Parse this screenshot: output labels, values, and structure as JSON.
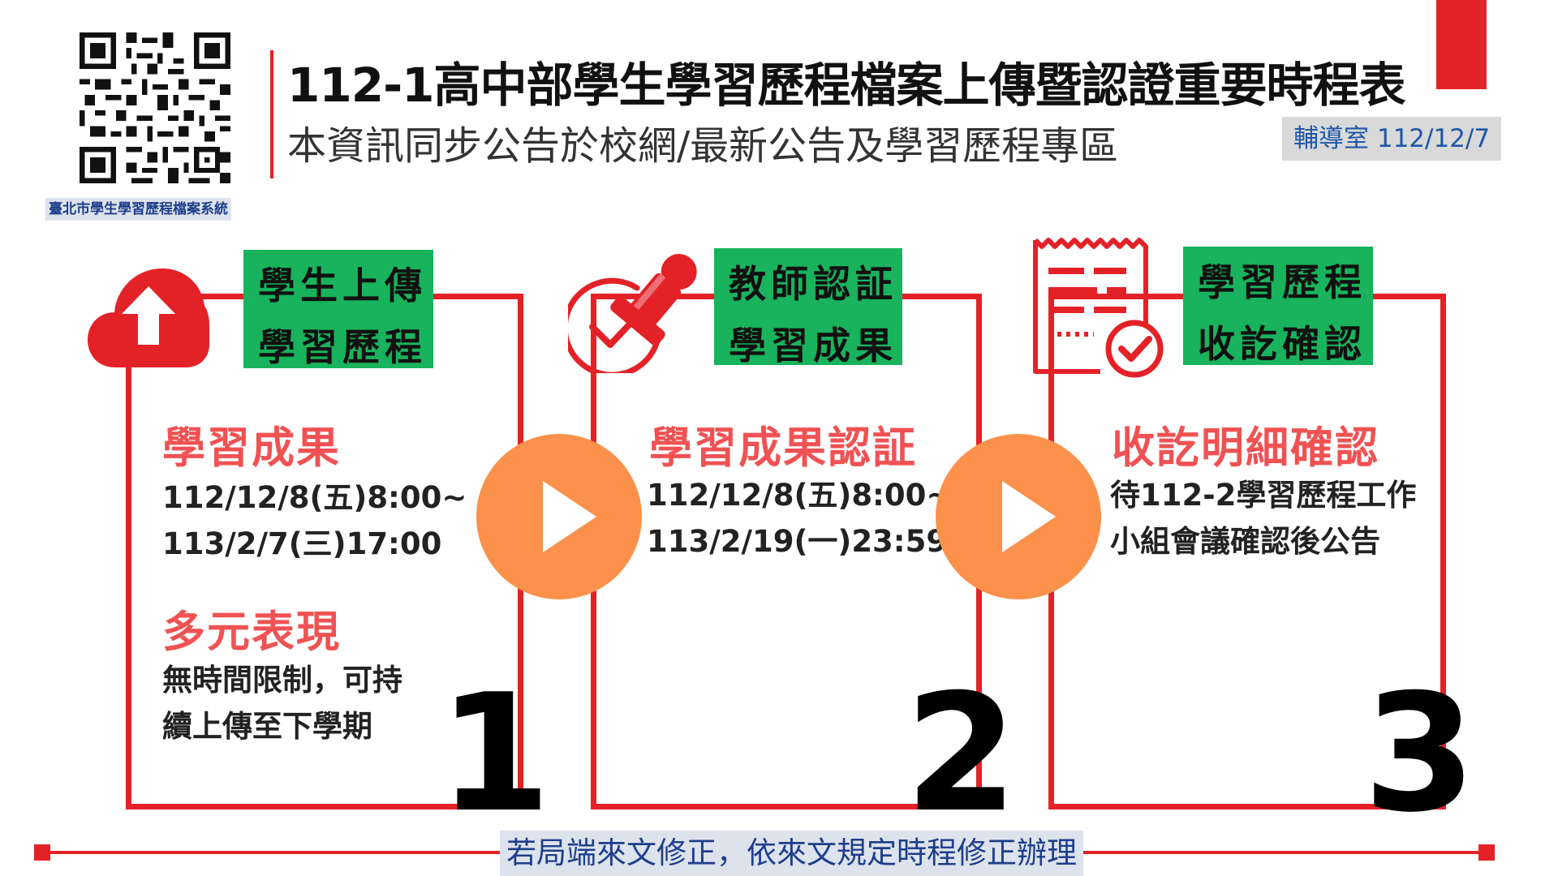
{
  "header": {
    "title": "112-1高中部學生學習歷程檔案上傳暨認證重要時程表",
    "subtitle": "本資訊同步公告於校網/最新公告及學習歷程專區",
    "office_badge": "輔導室 112/12/7",
    "qr_label": "臺北市學生學習歷程檔案系統"
  },
  "steps": [
    {
      "number": "1",
      "icon": "cloud-upload-icon",
      "tag_lines": [
        "學生上傳",
        "學習歷程"
      ],
      "sections": [
        {
          "heading": "學習成果",
          "lines": [
            "112/12/8(五)8:00~",
            "113/2/7(三)17:00"
          ]
        },
        {
          "heading": "多元表現",
          "lines": [
            "無時間限制，可持",
            "續上傳至下學期"
          ]
        }
      ]
    },
    {
      "number": "2",
      "icon": "stamp-check-icon",
      "tag_lines": [
        "教師認証",
        "學習成果"
      ],
      "sections": [
        {
          "heading": "學習成果認証",
          "lines": [
            "112/12/8(五)8:00~",
            "113/2/19(一)23:59"
          ]
        }
      ]
    },
    {
      "number": "3",
      "icon": "receipt-check-icon",
      "tag_lines": [
        "學習歷程",
        "收訖確認"
      ],
      "sections": [
        {
          "heading": "收訖明細確認",
          "lines": [
            "待112-2學習歷程工作",
            "小組會議確認後公告"
          ]
        }
      ]
    }
  ],
  "arrows": [
    "play-arrow-icon",
    "play-arrow-icon"
  ],
  "footer": {
    "note": "若局端來文修正，依來文規定時程修正辦理"
  },
  "colors": {
    "accent_red": "#e32228",
    "tag_green": "#18b35c",
    "heading_salmon": "#f05253",
    "arrow_orange": "#fb914b",
    "link_blue": "#1f57a8"
  }
}
